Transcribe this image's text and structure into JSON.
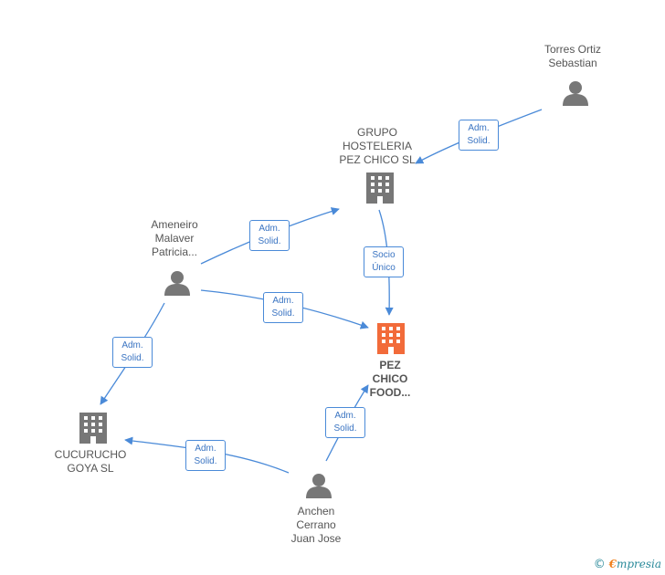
{
  "nodes": {
    "torres": {
      "lines": [
        "Torres Ortiz",
        "Sebastian"
      ],
      "type": "person"
    },
    "grupo": {
      "lines": [
        "GRUPO",
        "HOSTELERIA",
        "PEZ CHICO  SL"
      ],
      "type": "company"
    },
    "ameneiro": {
      "lines": [
        "Ameneiro",
        "Malaver",
        "Patricia..."
      ],
      "type": "person"
    },
    "pez": {
      "lines": [
        "PEZ",
        "CHICO",
        "FOOD..."
      ],
      "type": "company-focus"
    },
    "cucurucho": {
      "lines": [
        "CUCURUCHO",
        "GOYA  SL"
      ],
      "type": "company"
    },
    "anchen": {
      "lines": [
        "Anchen",
        "Cerrano",
        "Juan Jose"
      ],
      "type": "person"
    }
  },
  "edges": {
    "torres_grupo": [
      "Adm.",
      "Solid."
    ],
    "ameneiro_grupo": [
      "Adm.",
      "Solid."
    ],
    "grupo_pez": [
      "Socio",
      "Único"
    ],
    "ameneiro_pez": [
      "Adm.",
      "Solid."
    ],
    "ameneiro_cucurucho": [
      "Adm.",
      "Solid."
    ],
    "anchen_pez": [
      "Adm.",
      "Solid."
    ],
    "anchen_cucurucho": [
      "Adm.",
      "Solid."
    ]
  },
  "brand": {
    "copyright": "©",
    "e": "€",
    "rest": "mpresia"
  },
  "colors": {
    "edge": "#4a8ad8",
    "node": "#777777",
    "focus": "#f26b3a"
  }
}
